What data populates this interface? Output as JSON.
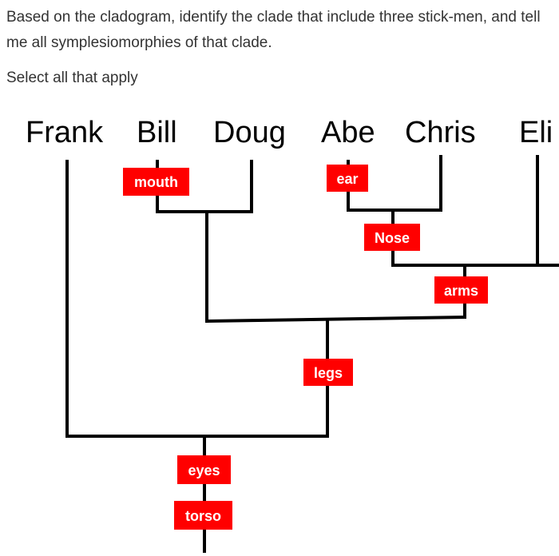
{
  "question": {
    "prompt": "Based on the cladogram, identify the clade that include three stick-men, and tell me all symplesiomorphies of that clade.",
    "instruction": "Select all that apply"
  },
  "cladogram": {
    "taxa": [
      "Frank",
      "Bill",
      "Doug",
      "Abe",
      "Chris",
      "Eli"
    ],
    "traits": {
      "mouth": "mouth",
      "ear": "ear",
      "nose": "Nose",
      "arms": "arms",
      "legs": "legs",
      "eyes": "eyes",
      "torso": "torso"
    },
    "colors": {
      "trait_fill": "#ff0000",
      "trait_text": "#ffffff",
      "branch": "#000000"
    }
  }
}
